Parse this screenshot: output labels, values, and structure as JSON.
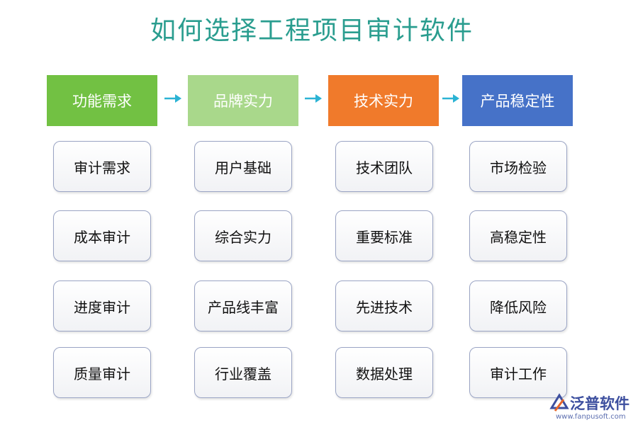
{
  "title": "如何选择工程项目审计软件",
  "columns": [
    {
      "header": "功能需求",
      "color": "#72c143",
      "items": [
        "审计需求",
        "成本审计",
        "进度审计",
        "质量审计"
      ]
    },
    {
      "header": "品牌实力",
      "color": "#a9d88b",
      "items": [
        "用户基础",
        "综合实力",
        "产品线丰富",
        "行业覆盖"
      ]
    },
    {
      "header": "技术实力",
      "color": "#f07a2b",
      "items": [
        "技术团队",
        "重要标准",
        "先进技术",
        "数据处理"
      ]
    },
    {
      "header": "产品稳定性",
      "color": "#4672c8",
      "items": [
        "市场检验",
        "高稳定性",
        "降低风险",
        "审计工作"
      ]
    }
  ],
  "arrow_color": "#2bb3d4",
  "logo": {
    "name": "泛普软件",
    "url": "www.fanpusoft.com",
    "icon": "fanpu-logo-icon"
  }
}
